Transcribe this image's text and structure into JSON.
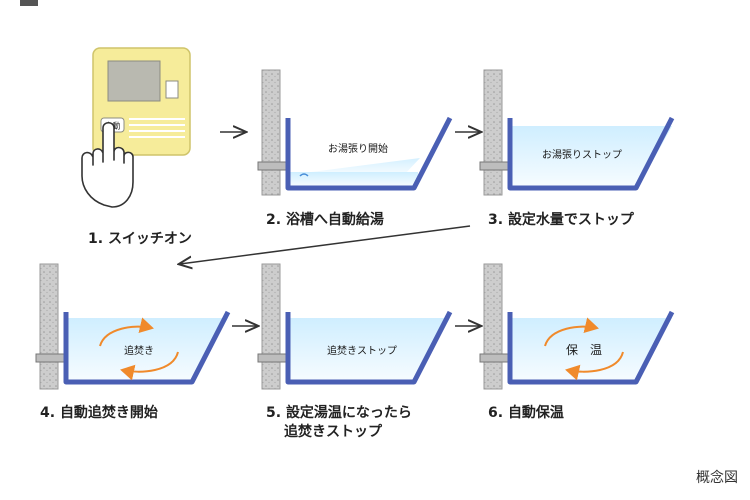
{
  "steps": [
    {
      "number": "1.",
      "label": "スイッチオン"
    },
    {
      "number": "2.",
      "label": "浴槽へ自動給湯",
      "tub_caption": "お湯張り開始"
    },
    {
      "number": "3.",
      "label": "設定水量でストップ",
      "tub_caption": "お湯張りストップ"
    },
    {
      "number": "4.",
      "label": "自動追焚き開始",
      "tub_caption": "追焚き"
    },
    {
      "number": "5.",
      "label_line1": "設定湯温になったら",
      "label_line2": "追焚きストップ",
      "tub_caption": "追焚きストップ"
    },
    {
      "number": "6.",
      "label": "自動保温",
      "tub_caption": "保　温"
    }
  ],
  "controller": {
    "button_label": "自動"
  },
  "footer": {
    "label": "概念図"
  },
  "colors": {
    "tub_outline": "#4a5fb4",
    "water_top": "#d3f0ff",
    "water_bottom": "#f4fbff",
    "wall": "#c9c9c9",
    "controller": "#f6ec9a",
    "arrow_heat": "#f08a2b"
  }
}
